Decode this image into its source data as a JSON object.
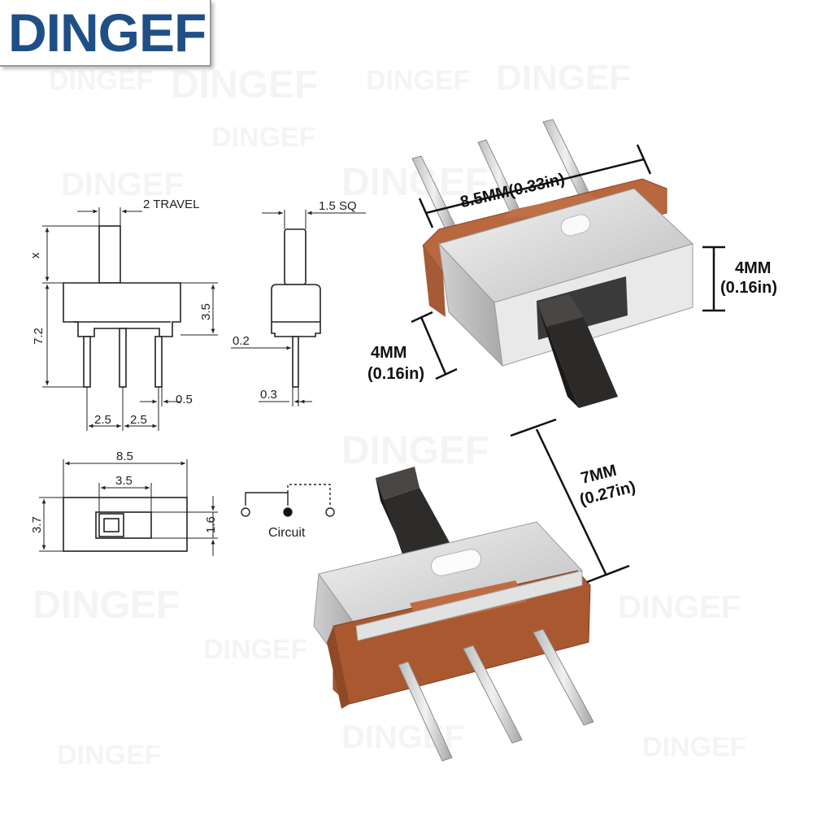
{
  "brand": {
    "name": "DINGEF",
    "color": "#1f4f86"
  },
  "watermark": "DINGEF",
  "drawing": {
    "side_view": {
      "travel": "2 TRAVEL",
      "x": "x",
      "height_total": "7.2",
      "body_height": "3.5",
      "pitch_1": "2.5",
      "pitch_2": "2.5",
      "pin_width": "0.5"
    },
    "end_view": {
      "knob": "1.5 SQ",
      "pin_offset": "0.2",
      "pin_thickness": "0.3"
    },
    "top_view": {
      "length": "8.5",
      "slot": "3.5",
      "width": "3.7",
      "knob_side": "1.6"
    },
    "circuit_label": "Circuit"
  },
  "photo_labels": {
    "length": "8.5MM(0.33in)",
    "height_right_mm": "4MM",
    "height_right_in": "(0.16in)",
    "knob_mm": "4MM",
    "knob_in": "(0.16in)",
    "total_mm": "7MM",
    "total_in": "(0.27in)"
  },
  "colors": {
    "metal": "#e4e4e4",
    "base": "#b35f36",
    "knob": "#2c2a28",
    "pin": "#d8d8d8"
  }
}
